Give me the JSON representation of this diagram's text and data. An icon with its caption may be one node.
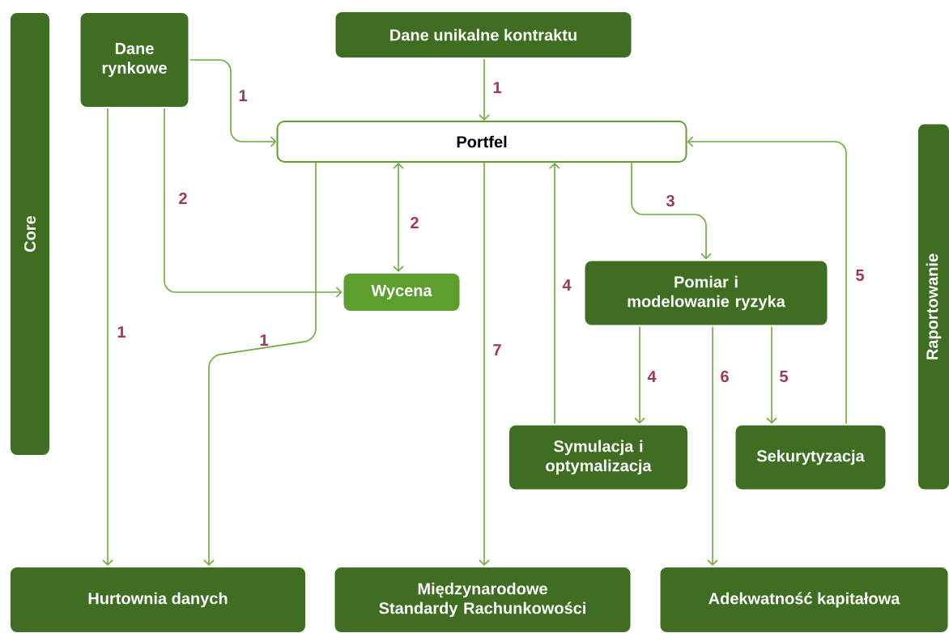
{
  "diagram": {
    "nodes": [
      {
        "text": [
          "Core"
        ]
      },
      {
        "text": [
          "Dane rynkowe"
        ]
      },
      {
        "text": [
          "Dane unikalne kontraktu"
        ]
      },
      {
        "text": [
          "Portfel"
        ]
      },
      {
        "text": [
          "Raportowanie"
        ]
      },
      {
        "text": [
          "Wycena"
        ]
      },
      {
        "text": [
          "Pomiar i modelowanie ryzyka"
        ]
      },
      {
        "text": [
          "Symulacja i optymalizacja"
        ]
      },
      {
        "text": [
          "Sekurytyzacja"
        ]
      },
      {
        "text": [
          "Hurtownia danych"
        ]
      },
      {
        "text": [
          "Międzynarodowe Standardy Rachunkowości"
        ]
      },
      {
        "text": [
          "Adekwatność kapitałowa"
        ]
      }
    ],
    "edges": [
      {
        "from": 1,
        "to": 3,
        "arrow": "to",
        "label": "1"
      },
      {
        "from": 2,
        "to": 3,
        "arrow": "to",
        "label": "1"
      },
      {
        "from": 1,
        "to": 5,
        "arrow": "to",
        "label": "2"
      },
      {
        "from": 3,
        "to": 5,
        "arrow": "both",
        "label": "2"
      },
      {
        "from": 1,
        "to": 9,
        "arrow": "to",
        "label": "1"
      },
      {
        "from": 3,
        "to": 9,
        "arrow": "to",
        "label": "1"
      },
      {
        "from": 3,
        "to": 10,
        "arrow": "to",
        "label": "7"
      },
      {
        "from": 7,
        "to": 3,
        "arrow": "to",
        "label": "4"
      },
      {
        "from": 3,
        "to": 6,
        "arrow": "to",
        "label": "3"
      },
      {
        "from": 6,
        "to": 7,
        "arrow": "to",
        "label": "4"
      },
      {
        "from": 6,
        "to": 11,
        "arrow": "to",
        "label": "6"
      },
      {
        "from": 6,
        "to": 8,
        "arrow": "to",
        "label": "5"
      },
      {
        "from": 8,
        "to": 3,
        "arrow": "to",
        "label": "5"
      }
    ]
  }
}
